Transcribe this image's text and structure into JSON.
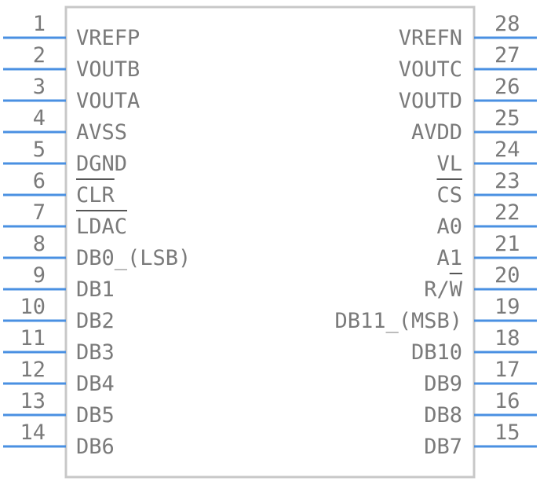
{
  "left_pins": [
    {
      "num": "1",
      "label": "VREFP"
    },
    {
      "num": "2",
      "label": "VOUTB"
    },
    {
      "num": "3",
      "label": "VOUTA"
    },
    {
      "num": "4",
      "label": "AVSS"
    },
    {
      "num": "5",
      "label": "DGND"
    },
    {
      "num": "6",
      "label": "CLR",
      "overbar": true
    },
    {
      "num": "7",
      "label": "LDAC",
      "overbar": true
    },
    {
      "num": "8",
      "label": "DB0_(LSB)"
    },
    {
      "num": "9",
      "label": "DB1"
    },
    {
      "num": "10",
      "label": "DB2"
    },
    {
      "num": "11",
      "label": "DB3"
    },
    {
      "num": "12",
      "label": "DB4"
    },
    {
      "num": "13",
      "label": "DB5"
    },
    {
      "num": "14",
      "label": "DB6"
    }
  ],
  "right_pins": [
    {
      "num": "28",
      "label": "VREFN"
    },
    {
      "num": "27",
      "label": "VOUTC"
    },
    {
      "num": "26",
      "label": "VOUTD"
    },
    {
      "num": "25",
      "label": "AVDD"
    },
    {
      "num": "24",
      "label": "VL"
    },
    {
      "num": "23",
      "label": "CS",
      "overbar": true
    },
    {
      "num": "22",
      "label": "A0"
    },
    {
      "num": "21",
      "label": "A1"
    },
    {
      "num": "20",
      "label": "R/W",
      "overbar_last": true
    },
    {
      "num": "19",
      "label": "DB11_(MSB)"
    },
    {
      "num": "18",
      "label": "DB10"
    },
    {
      "num": "17",
      "label": "DB9"
    },
    {
      "num": "16",
      "label": "DB8"
    },
    {
      "num": "15",
      "label": "DB7"
    }
  ],
  "colors": {
    "pin": "#4a90e2",
    "body_outline": "#c8c8c8",
    "text": "#7a7a7a"
  }
}
